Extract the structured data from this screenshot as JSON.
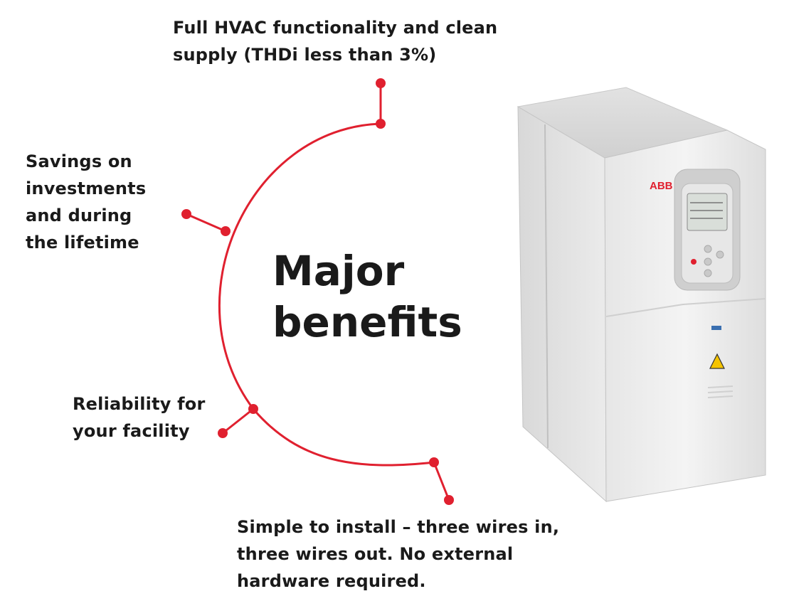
{
  "heading": "Major\nbenefits",
  "benefits": {
    "hvac": "Full HVAC functionality and clean\nsupply (THDi less than 3%)",
    "savings": "Savings on\ninvestments\nand during\nthe lifetime",
    "reliability": "Reliability for\nyour facility",
    "install": "Simple to install – three wires in,\nthree wires out. No external\nhardware required."
  },
  "product": {
    "brand_logo": "ABB"
  },
  "colors": {
    "accent": "#e0202f",
    "text": "#1a1a1a",
    "device_body": "#e9e9e9"
  }
}
